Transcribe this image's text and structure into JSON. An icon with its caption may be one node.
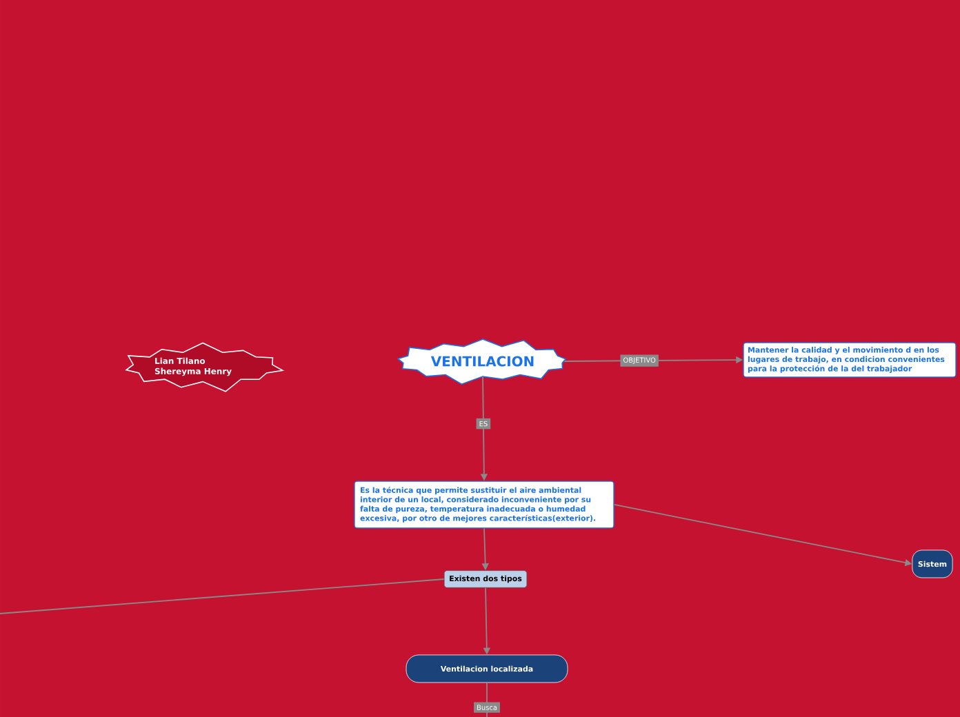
{
  "diagram": {
    "nodes": [
      {
        "text": [
          "Lian Tilano Shereyma Henry"
        ]
      },
      {
        "text": [
          "VENTILACION"
        ]
      },
      {
        "text": [
          "Mantener la calidad y el movimiento d en los lugares de trabajo, en condicion convenientes para la protección de la del trabajador"
        ]
      },
      {
        "text": [
          "Es la técnica que permite sustituir el aire ambiental interior de un local, considerado inconveniente por su falta de pureza, temperatura inadecuada o humedad excesiva, por otro de mejores características(exterior)."
        ]
      },
      {
        "text": [
          "Existen dos tipos"
        ]
      },
      {
        "text": [
          "Sistem"
        ]
      },
      {
        "text": [
          "Ventilacion localizada"
        ]
      }
    ],
    "edges": [
      {
        "from": 1,
        "to": 2,
        "arrow": "to",
        "label": "OBJETIVO"
      },
      {
        "from": 1,
        "to": 3,
        "arrow": "to",
        "label": "ES"
      },
      {
        "from": 3,
        "to": 4,
        "arrow": "to"
      },
      {
        "from": 3,
        "to": 5,
        "arrow": "to"
      },
      {
        "from": 4,
        "to": null,
        "arrow": "none"
      },
      {
        "from": 4,
        "to": 6,
        "arrow": "to"
      },
      {
        "from": 6,
        "to": null,
        "arrow": "none",
        "label": "Busca"
      }
    ]
  }
}
